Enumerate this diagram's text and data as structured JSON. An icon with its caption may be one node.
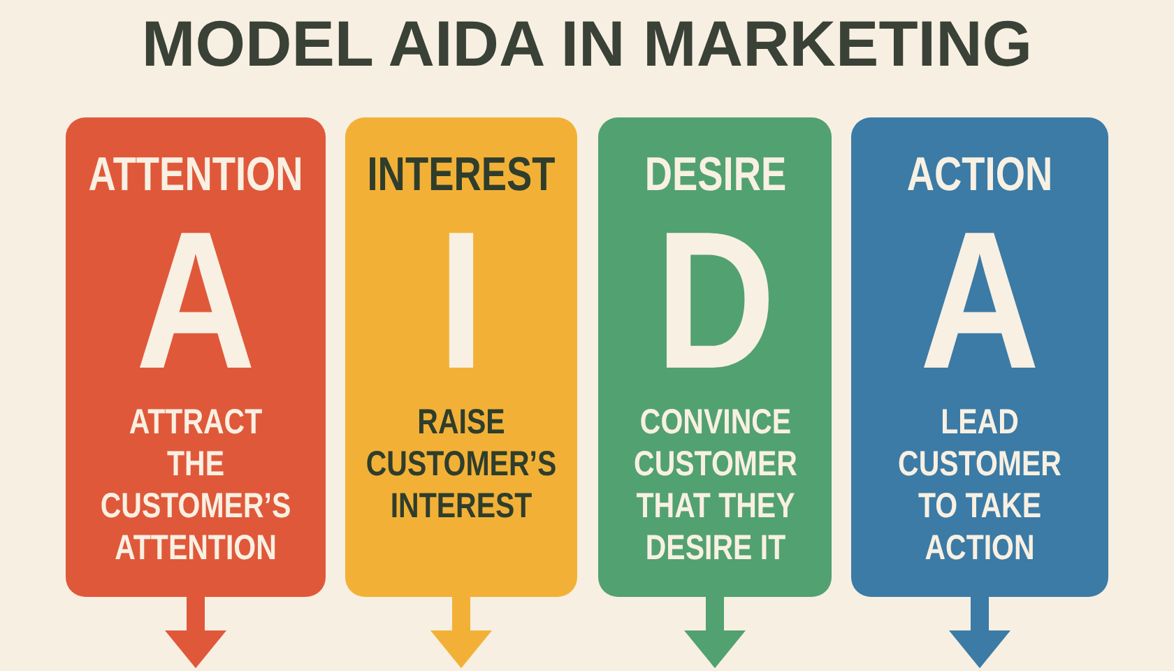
{
  "diagram": {
    "title": "MODEL AIDA IN MARKETING",
    "nodes": [
      {
        "text": [
          "ATTENTION",
          "A",
          "ATTRACT THE CUSTOMER’S ATTENTION"
        ]
      },
      {
        "text": [
          "INTEREST",
          "I",
          "RAISE CUSTOMER’S INTEREST"
        ]
      },
      {
        "text": [
          "DESIRE",
          "D",
          "CONVINCE CUSTOMER THAT THEY DESIRE IT"
        ]
      },
      {
        "text": [
          "ACTION",
          "A",
          "LEAD CUSTOMER TO TAKE ACTION"
        ]
      }
    ],
    "edges": [
      {
        "from": 0,
        "to": null,
        "arrow": "to",
        "color": "#e0583a"
      },
      {
        "from": 1,
        "to": null,
        "arrow": "to",
        "color": "#f2b136"
      },
      {
        "from": 2,
        "to": null,
        "arrow": "to",
        "color": "#52a171"
      },
      {
        "from": 3,
        "to": null,
        "arrow": "to",
        "color": "#3b7ba6"
      }
    ]
  }
}
